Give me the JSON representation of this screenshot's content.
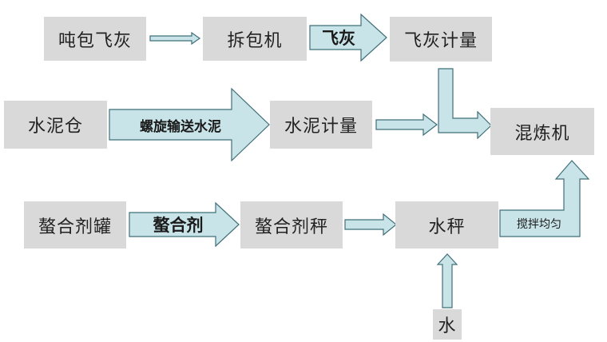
{
  "nodes": {
    "dun_bao_fei_hui": "吨包飞灰",
    "chai_bao_ji": "拆包机",
    "fei_hui_ji_liang": "飞灰计量",
    "shui_ni_cang": "水泥仓",
    "shui_ni_ji_liang": "水泥计量",
    "hun_lian_ji": "混炼机",
    "ao_he_ji_guan": "螯合剂罐",
    "ao_he_ji_cheng": "螯合剂秤",
    "shui_cheng": "水秤",
    "shui": "水"
  },
  "arrow_labels": {
    "fei_hui": "飞灰",
    "luo_xuan_shu_song_shui_ni": "螺旋输送水泥",
    "ao_he_ji": "螯合剂",
    "jiao_ban_jun_yun": "搅拌均匀"
  },
  "colors": {
    "box_fill": "#d9d9d9",
    "arrow_fill": "#c9e4e8",
    "arrow_stroke": "#3f6f78"
  }
}
